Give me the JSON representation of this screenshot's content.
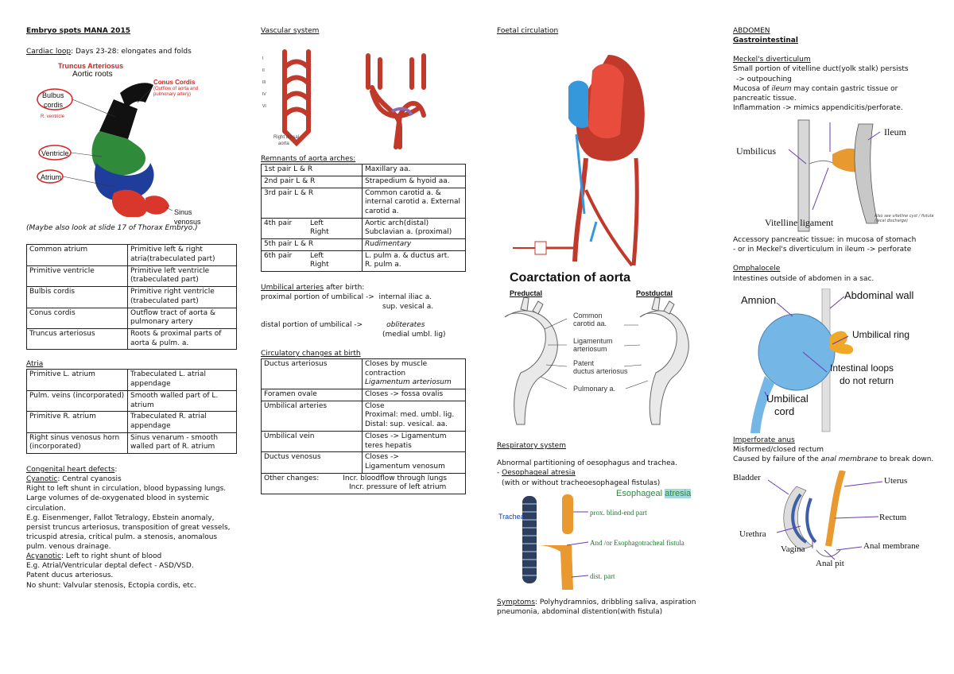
{
  "col1": {
    "title": "Embryo spots MANA 2015",
    "cardiac_loop_label": "Cardiac loop",
    "cardiac_loop_text": ": Days 23-28: elongates and folds",
    "fig1": {
      "truncus": "Truncus Arteriosus",
      "aortic_roots": "Aortic roots",
      "conus": "Conus Cordis",
      "conus_note": "(Outflow of aorta and pulmonary artery)",
      "bulbus": "Bulbus",
      "cordis": "cordis",
      "rventricle": "R. ventricle",
      "ventricle": "Ventricle",
      "atrium": "Atrium",
      "sinus": "Sinus venosus"
    },
    "note": "(Maybe also look at slide 17 of Thorax Embryo.)",
    "table1": [
      [
        "Common atrium",
        "Primitive left & right atria(trabeculated part)"
      ],
      [
        "Primitive ventricle",
        "Primitive left ventricle (trabeculated part)"
      ],
      [
        "Bulbis cordis",
        "Primitive right ventricle (trabeculated part)"
      ],
      [
        "Conus cordis",
        "Outflow tract of aorta & pulmonary artery"
      ],
      [
        "Truncus arteriosus",
        "Roots & proximal parts of aorta & pulm. a."
      ]
    ],
    "atria_title": "Atria",
    "table2": [
      [
        "Primitive L. atrium",
        "Trabeculated L. atrial appendage"
      ],
      [
        "Pulm. veins (incorporated)",
        "Smooth walled part of L. atrium"
      ],
      [
        "Primitive R. atrium",
        "Trabeculated R. atrial appendage"
      ],
      [
        "Right sinus venosus horn (incorporated)",
        "Sinus venarum - smooth walled part of R. atrium"
      ]
    ],
    "chd_title": "Congenital heart defects",
    "cyanotic_label": "Cyanotic",
    "cyanotic_text": ": Central cyanosis",
    "cyanotic_body": "Right to left shunt in circulation, blood bypassing lungs. Large volumes of de-oxygenated blood in systemic circulation.",
    "cyanotic_eg": "E.g. Eisenmenger, Fallot Tetralogy, Ebstein anomaly, persist truncus arteriosus, transposition of great vessels, tricuspid atresia, critical pulm. a stenosis, anomalous pulm. venous drainage.",
    "acyanotic_label": "Acyanotic",
    "acyanotic_text": ": Left to right shunt of blood",
    "acyanotic_eg": "E.g. Atrial/Ventricular deptal defect - ASD/VSD.",
    "acyanotic_pda": "Patent ducus arteriosus.",
    "noshunt": "No shunt: Valvular stenosis, Ectopia cordis, etc."
  },
  "col2": {
    "title": "Vascular system",
    "remnants_title": "Remnants of aorta arches:",
    "arches": [
      {
        "a": "1st pair L & R",
        "b": "",
        "c": "Maxillary aa."
      },
      {
        "a": "2nd pair L & R",
        "b": "",
        "c": "Strapedium & hyoid aa."
      },
      {
        "a": "3rd pair L & R",
        "b": "",
        "c": "Common carotid a. & internal carotid a. External carotid a."
      },
      {
        "a": "4th pair",
        "b": "Left\nRight",
        "c": "Aortic arch(distal)\nSubclavian a. (proximal)"
      },
      {
        "a": "5th pair L & R",
        "b": "",
        "c": "Rudimentary"
      },
      {
        "a": "6th pair",
        "b": "Left\nRight",
        "c": "L. pulm a. & ductus art.\nR. pulm a."
      }
    ],
    "umb_title": "Umbilical arteries",
    "umb_after": " after birth:",
    "umb_prox": "proximal portion of umbilical ->",
    "umb_prox_val": "internal iliac a.",
    "umb_prox_val2": "sup. vesical a.",
    "umb_dist": "distal portion of umbilical ->",
    "umb_dist_val": "obliterates",
    "umb_dist_val2": "(medial umbl. lig)",
    "circ_title": "Circulatory changes at birth",
    "circ": [
      [
        "Ductus arteriosus",
        "Closes by muscle contraction",
        "Ligamentum arteriosum"
      ],
      [
        "Foramen ovale",
        "Closes -> fossa ovalis",
        ""
      ],
      [
        "Umbilical arteries",
        "Close\nProximal: med. umbl. lig.\nDistal: sup. vesical. aa.",
        ""
      ],
      [
        "Umbilical vein",
        "Closes -> Ligamentum teres hepatis",
        ""
      ],
      [
        "Ductus venosus",
        "Closes ->\nLigamentum venosum",
        ""
      ]
    ],
    "other_label": "Other changes:",
    "other_1": "Incr. bloodflow through lungs",
    "other_2": "Incr. pressure of left atrium",
    "fig_labels": {
      "right_dorsal": "Right dorsal",
      "aorta": "aorta"
    }
  },
  "col3": {
    "title": "Foetal circulation",
    "coarct_title": "Coarctation of aorta",
    "preductal": "Preductal",
    "postductal": "Postductal",
    "coarct_labels": {
      "common": "Common",
      "carotid": "carotid aa.",
      "lig": "Ligamentum",
      "art": "arteriosum",
      "patent": "Patent",
      "ductus": "ductus arteriosus",
      "pulm": "Pulmonary a."
    },
    "resp_title": "Respiratory system",
    "resp_line1": "Abnormal partitioning of oesophagus and trachea.",
    "resp_dash": "- ",
    "resp_item": "Oesophageal atresia",
    "resp_item2": "(with or without tracheoesophageal fistulas)",
    "eso_title_1": "Esophageal",
    "eso_title_2": "atresia",
    "eso_labels": {
      "trachea": "Trachea",
      "prox": "prox. blind-end part",
      "and": "And /or Esophagotracheal fistula",
      "dist": "dist. part"
    },
    "symptoms_label": "Symptoms",
    "symptoms_text": ": Polyhydramnios, dribbling saliva, aspiration pneumonia, abdominal distention(with fistula)"
  },
  "col4": {
    "title": "ABDOMEN",
    "subtitle": "Gastrointestinal",
    "meckel_title": "Meckel's diverticulum",
    "meckel_1": "Small portion of vitelline duct(yolk stalk) persists",
    "meckel_2": "-> outpouching",
    "meckel_3a": "Mucosa of ",
    "meckel_3b": "ileum",
    "meckel_3c": " may contain gastric tissue or pancreatic tissue.",
    "meckel_4": "Inflammation -> mimics appendicitis/perforate.",
    "meckel_fig": {
      "umbilicus": "Umbilicus",
      "ileum": "Ileum",
      "vitelline": "Vitelline ligament",
      "note": "Also see vitelline cyst / fistula (fecal discharge)"
    },
    "acc_1": "Accessory pancreatic tissue: in mucosa of stomach",
    "acc_2": "- or in Meckel's diverticulum in ileum -> perforate",
    "omph_title": "Omphalocele",
    "omph_text": "Intestines outside of abdomen in a sac.",
    "omph_fig": {
      "amnion": "Amnion",
      "wall": "Abdominal wall",
      "ring": "Umbilical ring",
      "loops_1": "Intestinal loops",
      "loops_2": "do not return",
      "cord_1": "Umbilical",
      "cord_2": "cord"
    },
    "imp_title": "Imperforate anus",
    "imp_1": "Misformed/closed rectum",
    "imp_2a": "Caused by failure of the ",
    "imp_2b": "anal membrane",
    "imp_2c": " to break down.",
    "imp_fig": {
      "bladder": "Bladder",
      "uterus": "Uterus",
      "urethra": "Urethra",
      "rectum": "Rectum",
      "vagina": "Vagina",
      "anal_membrane": "Anal membrane",
      "anal_pit": "Anal pit"
    }
  }
}
